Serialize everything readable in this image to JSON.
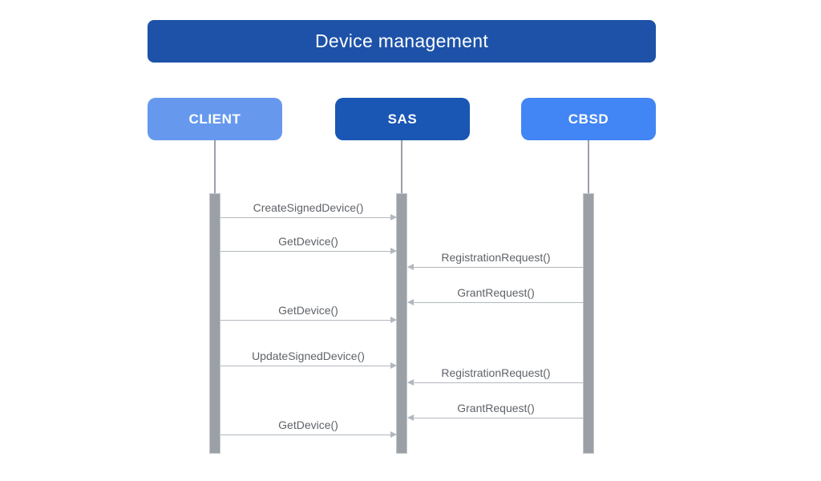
{
  "diagram": {
    "title": "Device management",
    "type": "uml-sequence-diagram",
    "actors": [
      {
        "id": "client",
        "label": "CLIENT",
        "color": "#6699ee"
      },
      {
        "id": "sas",
        "label": "SAS",
        "color": "#1a56b4"
      },
      {
        "id": "cbsd",
        "label": "CBSD",
        "color": "#4285f4"
      }
    ],
    "messages": [
      {
        "label": "CreateSignedDevice()",
        "from": "CLIENT",
        "to": "SAS",
        "direction": "ltr"
      },
      {
        "label": "GetDevice()",
        "from": "CLIENT",
        "to": "SAS",
        "direction": "ltr"
      },
      {
        "label": "RegistrationRequest()",
        "from": "CBSD",
        "to": "SAS",
        "direction": "rtl"
      },
      {
        "label": "GrantRequest()",
        "from": "CBSD",
        "to": "SAS",
        "direction": "rtl"
      },
      {
        "label": "GetDevice()",
        "from": "CLIENT",
        "to": "SAS",
        "direction": "ltr"
      },
      {
        "label": "UpdateSignedDevice()",
        "from": "CLIENT",
        "to": "SAS",
        "direction": "ltr"
      },
      {
        "label": "RegistrationRequest()",
        "from": "CBSD",
        "to": "SAS",
        "direction": "rtl"
      },
      {
        "label": "GrantRequest()",
        "from": "CBSD",
        "to": "SAS",
        "direction": "rtl"
      },
      {
        "label": "GetDevice()",
        "from": "CLIENT",
        "to": "SAS",
        "direction": "ltr"
      }
    ],
    "colors": {
      "title_bg": "#1d52a8",
      "title_text": "#ffffff",
      "client_bg": "#6699ee",
      "sas_bg": "#1a56b4",
      "cbsd_bg": "#4285f4",
      "activation_bar": "#9aa0a6",
      "lifeline": "#9aa0a6",
      "arrow": "#b2b8be",
      "message_text": "#5f6368",
      "background": "#ffffff"
    }
  }
}
